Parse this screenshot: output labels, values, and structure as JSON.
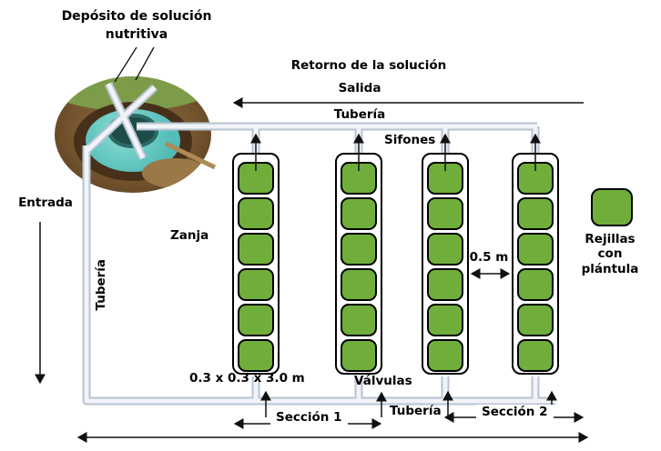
{
  "diagram": {
    "title": "Depósito de solución nutritiva",
    "labels": {
      "retorno": "Retorno de la solución",
      "salida": "Salida",
      "tuberia_top": "Tubería",
      "sifones": "Sifones",
      "entrada": "Entrada",
      "tuberia_left": "Tubería",
      "zanja": "Zanja",
      "row_gap": "0.5 m",
      "rejillas": "Rejillas con plántula",
      "channel_dimensions": "0.3 x 0.3 x 3.0 m",
      "valvulas": "Válvulas",
      "tuberia_bottom": "Tubería",
      "seccion1": "Sección 1",
      "seccion2": "Sección 2"
    },
    "system": {
      "channel_count": 4,
      "grids_per_channel": 6
    },
    "colors": {
      "grid_green": "#6fae3a",
      "pipe_edge": "#b8c3d2",
      "pipe_fill": "#f0f3f8",
      "tank_teal": "#52bcb6",
      "soil_brown": "#75552f"
    }
  }
}
